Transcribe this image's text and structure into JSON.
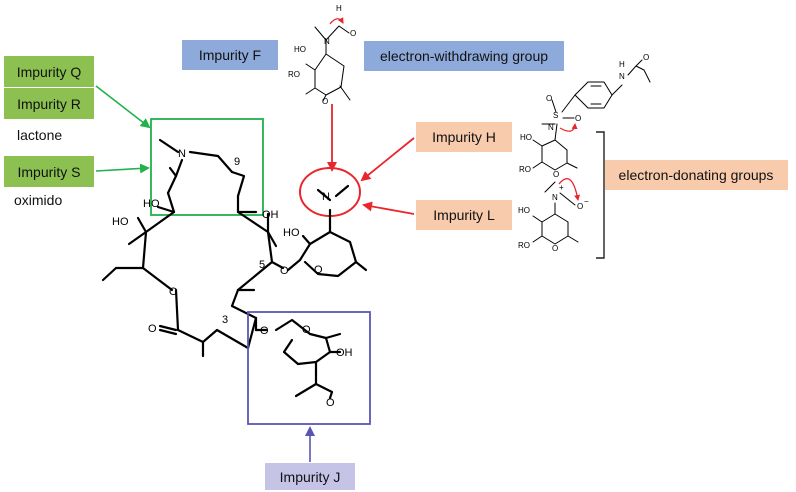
{
  "labels": {
    "impurity_q": "Impurity Q",
    "impurity_r": "Impurity R",
    "impurity_s": "Impurity S",
    "impurity_f": "Impurity F",
    "impurity_h": "Impurity H",
    "impurity_l": "Impurity L",
    "impurity_j": "Impurity J",
    "lactone": "lactone",
    "oximido": "oximido",
    "electron_withdrawing": "electron-withdrawing group",
    "electron_donating": "electron-donating groups"
  },
  "atoms": {
    "N": "N",
    "O": "O",
    "H": "H",
    "HO": "HO",
    "OH": "OH",
    "RO": "RO",
    "num_9": "9",
    "num_5": "5",
    "num_3": "3",
    "plus": "+",
    "minus": "−"
  },
  "colors": {
    "green_box": "#8cc152",
    "blue_box": "#8eaadb",
    "peach_box": "#f8cbad",
    "lavender_box": "#c5c3e6",
    "green_arrow": "#22b14c",
    "red_arrow": "#e8262b",
    "purple_frame": "#5a55b5"
  }
}
